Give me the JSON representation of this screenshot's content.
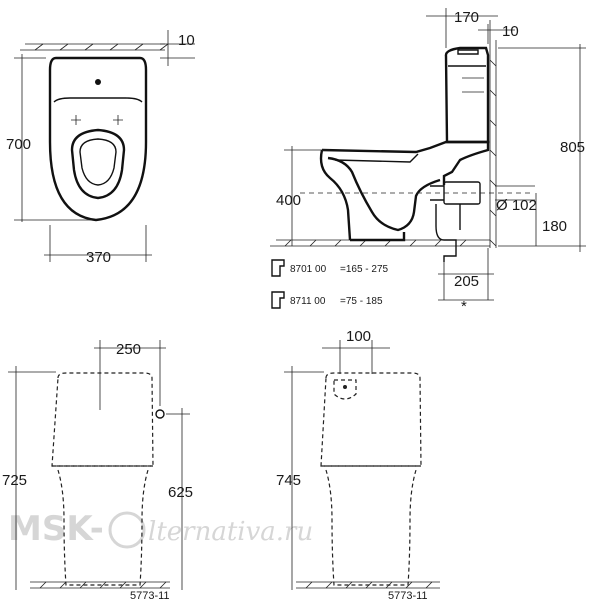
{
  "top_view": {
    "height_dim": "700",
    "width_dim": "370",
    "wall_gap_dim": "10"
  },
  "side_view": {
    "tank_depth_dim": "170",
    "tank_wall_gap_dim": "10",
    "total_height_dim": "805",
    "seat_height_dim": "400",
    "pipe_dia_dim": "Ø 102",
    "outlet_height_dim": "180",
    "outlet_dist_dim": "205",
    "outlet_note": "*",
    "options": [
      {
        "code": "8701 00",
        "range": "=165 - 275"
      },
      {
        "code": "8711 00",
        "range": "=75 -  185"
      }
    ]
  },
  "front_left": {
    "width_dim": "250",
    "total_height_dim": "725",
    "inlet_height_dim": "625",
    "model": "5773-11"
  },
  "front_right": {
    "width_dim": "100",
    "total_height_dim": "745",
    "model": "5773-11"
  },
  "watermark": "MSK-Alternativa.ru"
}
